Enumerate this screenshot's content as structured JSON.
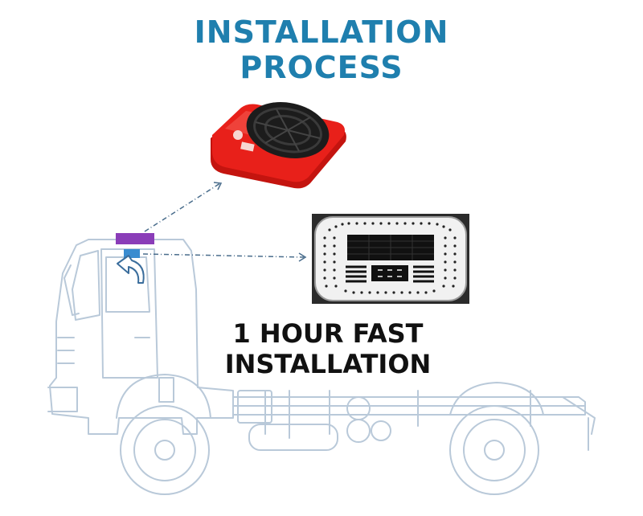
{
  "heading": {
    "line1": "INSTALLATION",
    "line2": "PROCESS"
  },
  "caption": {
    "line1": "1 HOUR FAST",
    "line2": "INSTALLATION"
  },
  "colors": {
    "title": "#1f7fae",
    "unit_red": "#e8201a",
    "roof_unit_marker": "#8a3db8",
    "indoor_marker": "#3a8cd0",
    "arrow": "#4a6d8c",
    "truck_line": "#b9c9d9"
  },
  "icons": [
    "roof-air-conditioner-unit",
    "indoor-air-outlet-panel",
    "airflow-arrow-icon"
  ]
}
